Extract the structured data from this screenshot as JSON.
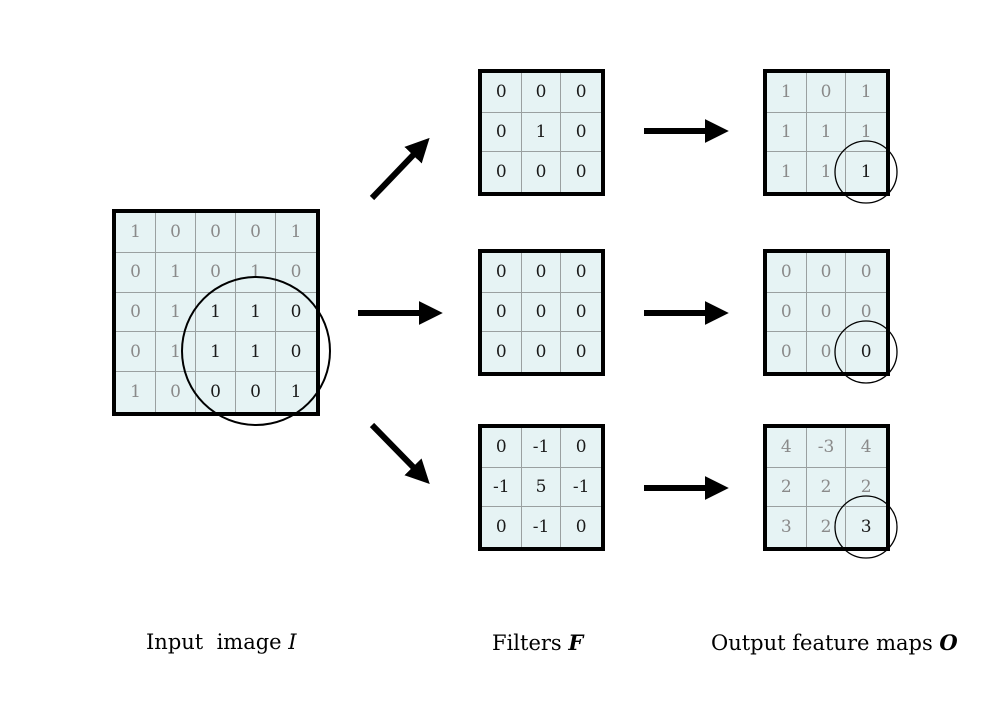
{
  "input_image": {
    "cells": [
      [
        "1",
        "0",
        "0",
        "0",
        "1"
      ],
      [
        "0",
        "1",
        "0",
        "1",
        "0"
      ],
      [
        "0",
        "1",
        "1",
        "1",
        "0"
      ],
      [
        "0",
        "1",
        "1",
        "1",
        "0"
      ],
      [
        "1",
        "0",
        "0",
        "0",
        "1"
      ]
    ]
  },
  "filters": [
    {
      "cells": [
        [
          "0",
          "0",
          "0"
        ],
        [
          "0",
          "1",
          "0"
        ],
        [
          "0",
          "0",
          "0"
        ]
      ]
    },
    {
      "cells": [
        [
          "0",
          "0",
          "0"
        ],
        [
          "0",
          "0",
          "0"
        ],
        [
          "0",
          "0",
          "0"
        ]
      ]
    },
    {
      "cells": [
        [
          "0",
          "-1",
          "0"
        ],
        [
          "-1",
          "5",
          "-1"
        ],
        [
          "0",
          "-1",
          "0"
        ]
      ]
    }
  ],
  "outputs": [
    {
      "cells": [
        [
          "1",
          "0",
          "1"
        ],
        [
          "1",
          "1",
          "1"
        ],
        [
          "1",
          "1",
          "1"
        ]
      ]
    },
    {
      "cells": [
        [
          "0",
          "0",
          "0"
        ],
        [
          "0",
          "0",
          "0"
        ],
        [
          "0",
          "0",
          "0"
        ]
      ]
    },
    {
      "cells": [
        [
          "4",
          "-3",
          "4"
        ],
        [
          "2",
          "2",
          "2"
        ],
        [
          "3",
          "2",
          "3"
        ]
      ]
    }
  ],
  "captions": {
    "input_text": "Input  image ",
    "input_symbol": "I",
    "filters_text": "Filters ",
    "filters_symbol": "F",
    "output_text": "Output feature maps ",
    "output_symbol": "O"
  },
  "colors": {
    "cell_fill": "#e6f3f4",
    "border": "#000000",
    "dim_text": "#8a8a8a",
    "dark_text": "#1a1a1a"
  }
}
